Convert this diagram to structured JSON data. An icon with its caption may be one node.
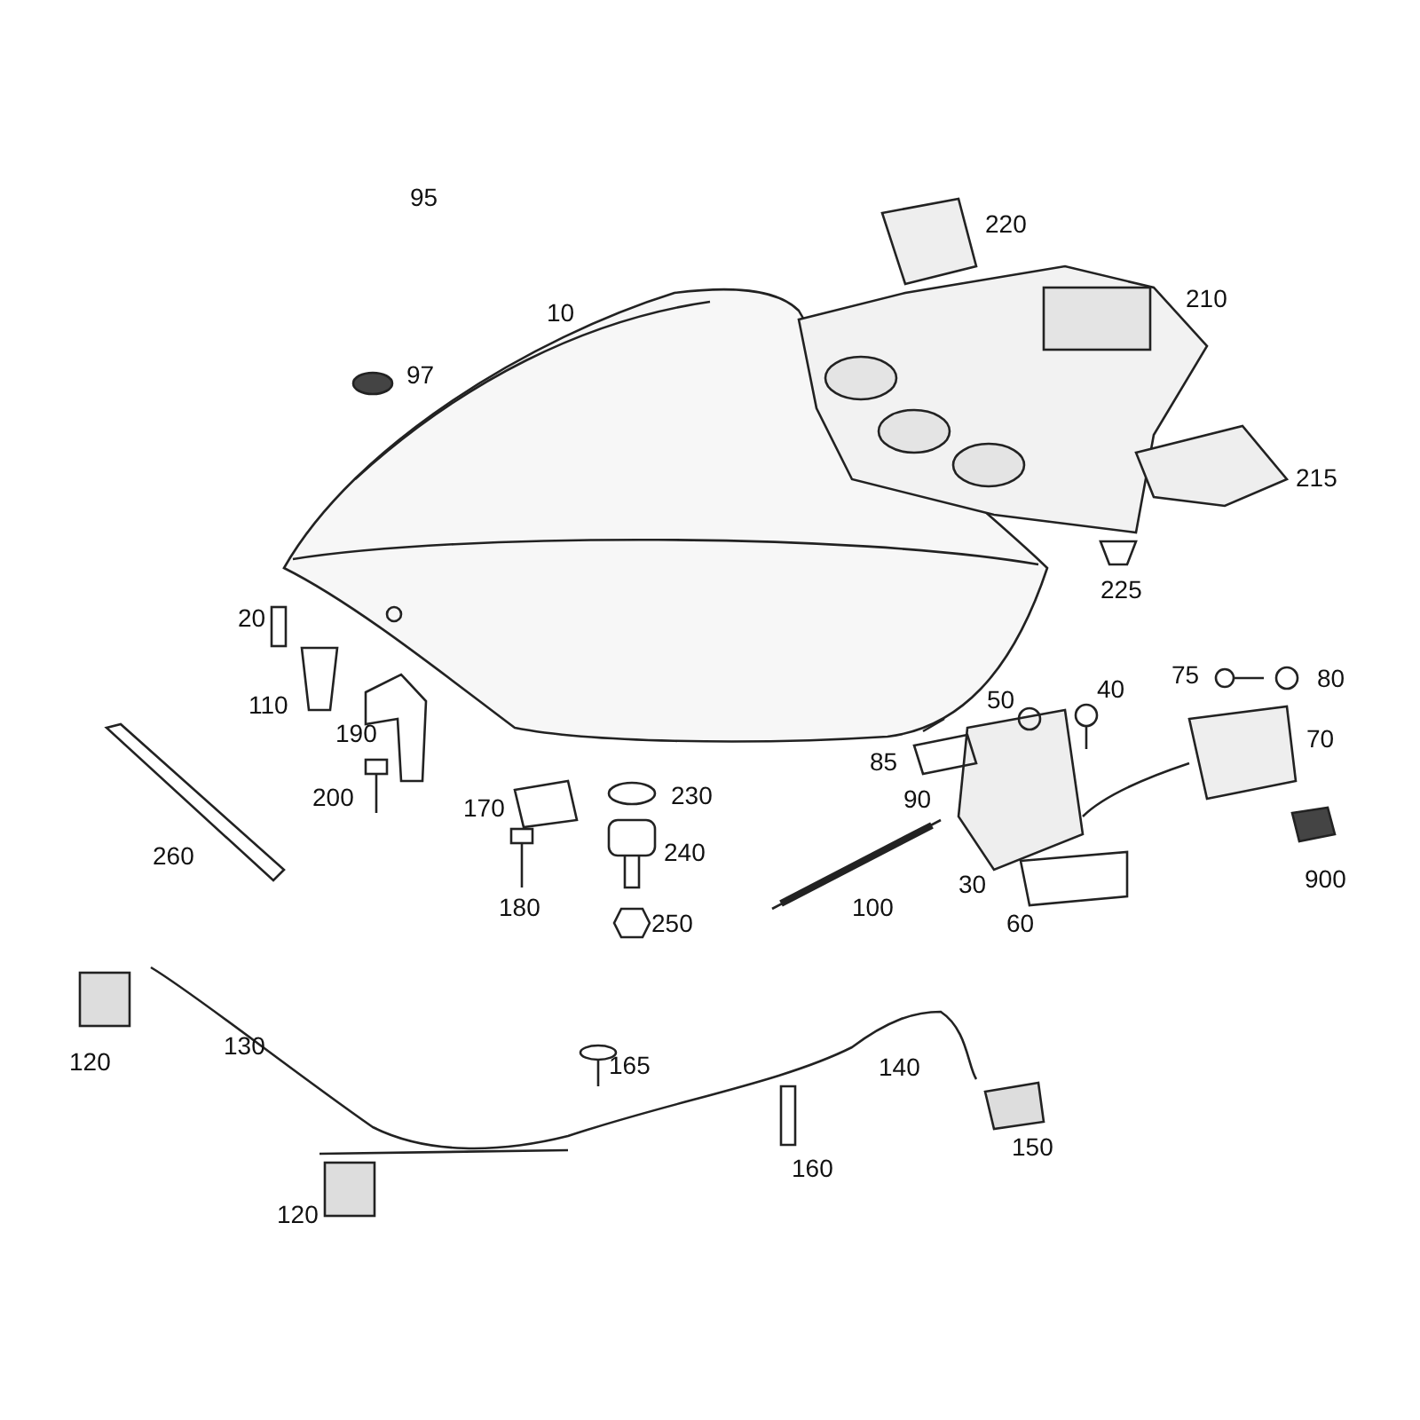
{
  "diagram": {
    "labels": [
      "220",
      "95",
      "210",
      "10",
      "97",
      "215",
      "225",
      "20",
      "75",
      "80",
      "50",
      "40",
      "110",
      "70",
      "190",
      "85",
      "200",
      "90",
      "230",
      "170",
      "240",
      "260",
      "30",
      "900",
      "180",
      "250",
      "100",
      "60",
      "130",
      "165",
      "140",
      "120",
      "160",
      "150",
      "120"
    ]
  }
}
